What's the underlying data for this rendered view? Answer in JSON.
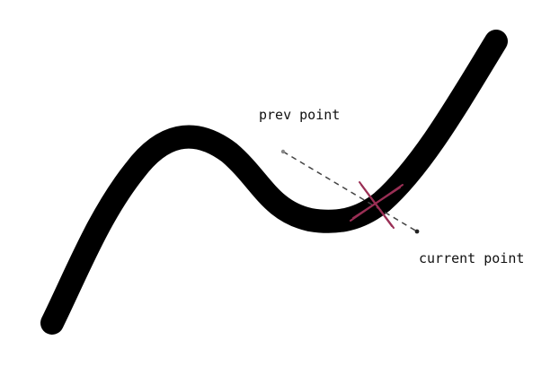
{
  "diagram": {
    "labels": {
      "prev_point": "prev point",
      "current_point": "current point"
    },
    "colors": {
      "background": "#ffffff",
      "stroke": "#000000",
      "dashed_line": "#444444",
      "cross_mark": "#9a2f55",
      "point_marker": "#888888"
    },
    "icons": {
      "prev_point_marker": "small-dot",
      "current_point_marker": "small-dot",
      "intersection_marker": "cross-mark"
    }
  }
}
